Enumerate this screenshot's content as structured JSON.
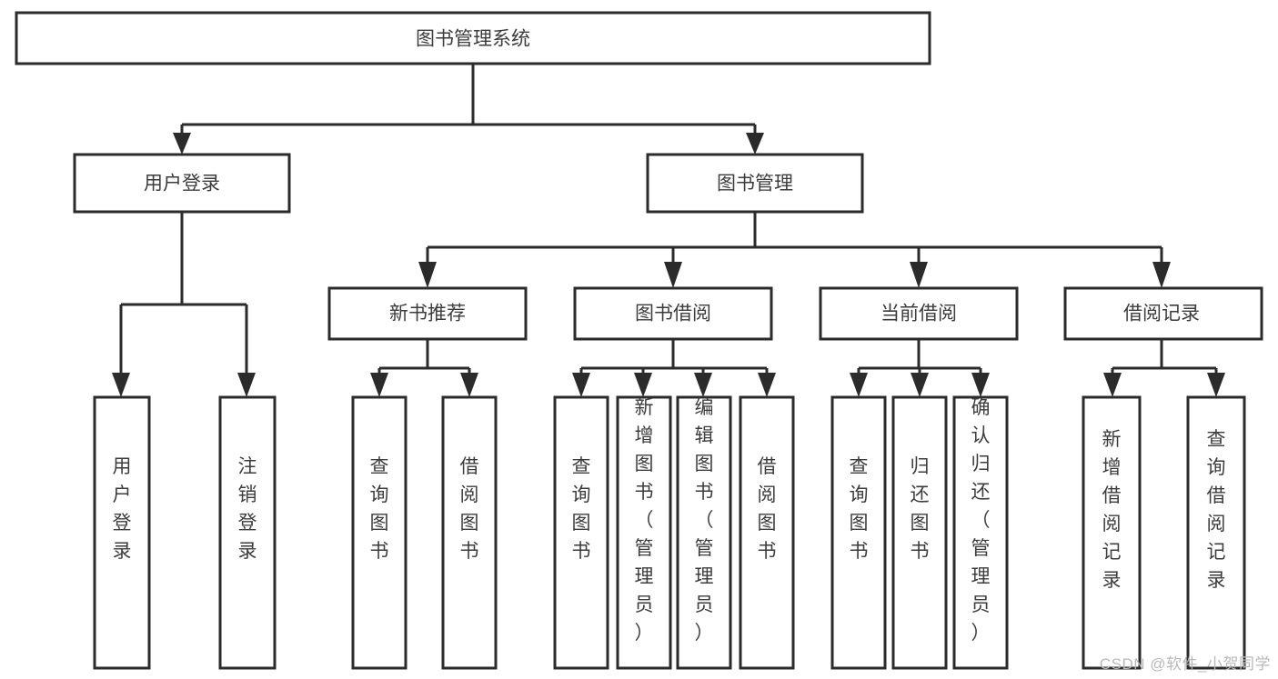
{
  "diagram": {
    "title": "图书管理系统",
    "type": "hierarchy-tree",
    "watermark": "CSDN @软件_小贺同学",
    "colors": {
      "background": "#ffffff",
      "box_stroke": "#2b2b2b",
      "box_fill": "#ffffff",
      "text": "#3c3c3c",
      "watermark": "#b9b9b9"
    },
    "root": {
      "label": "图书管理系统"
    },
    "level2": [
      {
        "label": "用户登录"
      },
      {
        "label": "图书管理"
      }
    ],
    "level3": [
      {
        "label": "新书推荐"
      },
      {
        "label": "图书借阅"
      },
      {
        "label": "当前借阅"
      },
      {
        "label": "借阅记录"
      }
    ],
    "leaves": {
      "user_login": [
        {
          "label": "用户登录"
        },
        {
          "label": "注销登录"
        }
      ],
      "new_book_recommend": [
        {
          "label": "查询图书"
        },
        {
          "label": "借阅图书"
        }
      ],
      "book_borrow": [
        {
          "label": "查询图书"
        },
        {
          "label": "新增图书（管理员）"
        },
        {
          "label": "编辑图书（管理员）"
        },
        {
          "label": "借阅图书"
        }
      ],
      "current_borrow": [
        {
          "label": "查询图书"
        },
        {
          "label": "归还图书"
        },
        {
          "label": "确认归还（管理员）"
        }
      ],
      "borrow_record": [
        {
          "label": "新增借阅记录"
        },
        {
          "label": "查询借阅记录"
        }
      ]
    }
  }
}
